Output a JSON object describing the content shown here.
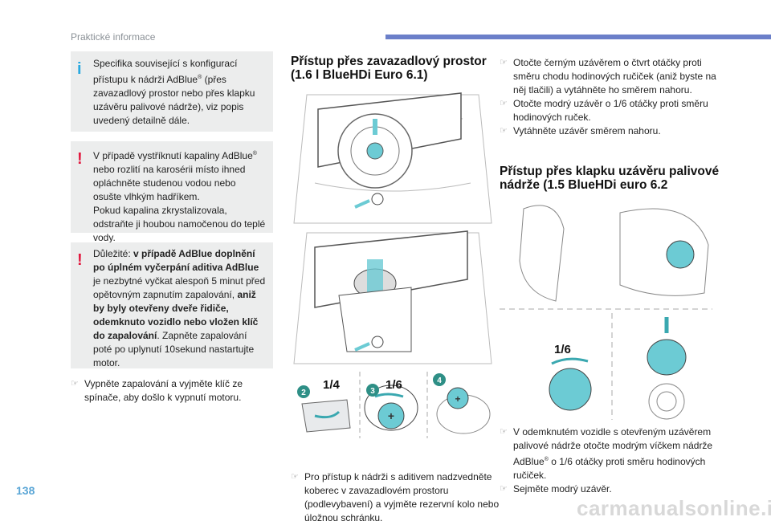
{
  "header": {
    "section": "Praktické informace"
  },
  "page_number": "138",
  "watermark": "carmanualsonline.info",
  "colors": {
    "accent": "#6b7fc9",
    "info": "#29a9e0",
    "warning": "#e2193f",
    "part_blue": "#6ccbd4"
  },
  "left": {
    "info_box": {
      "icon": "info-icon",
      "text_a": "Specifika související s konfigurací přístupu k nádrži AdBlue",
      "sup": "®",
      "text_b": " (přes zavazadlový prostor nebo přes klapku uzávěru palivové nádrže), viz popis uvedený detailně dále."
    },
    "warning_box_1": {
      "icon": "warning-icon",
      "line_a": "V případě vystříknutí kapaliny AdBlue",
      "sup": "®",
      "line_b": " nebo rozlití na karosérii místo ihned opláchněte studenou vodou nebo osušte vlhkým hadříkem.",
      "line_c": "Pokud kapalina zkrystalizovala, odstraňte ji houbou namočenou do teplé vody."
    },
    "warning_box_2": {
      "icon": "warning-icon",
      "t1": "Důležité: ",
      "b1": "v případě AdBlue doplnění po úplném vyčerpání aditiva AdBlue",
      "t2": " je nezbytné vyčkat alespoň 5 minut před opětovným zapnutím zapalování, ",
      "b2": "aniž by byly otevřeny dveře řidiče, odemknuto vozidlo nebo vložen klíč do zapalování",
      "t3": ". Zapněte zapalování poté po uplynutí 10sekund nastartujte motor."
    },
    "bullet": "Vypněte zapalování a vyjměte klíč ze spínače, aby došlo k vypnutí motoru."
  },
  "center": {
    "title": "Přístup přes zavazadlový prostor (1.6 l BlueHDi Euro 6.1)",
    "steps": [
      {
        "num": "2",
        "label": "1/4"
      },
      {
        "num": "3",
        "label": "1/6"
      },
      {
        "num": "4",
        "label": ""
      }
    ],
    "bullet": "Pro přístup k nádrži s aditivem nadzvedněte koberec v zavazadlovém prostoru (podlevybavení) a vyjměte rezervní kolo nebo úložnou schránku."
  },
  "right": {
    "bullets_top": [
      "Otočte černým uzávěrem o čtvrt otáčky proti směru chodu hodinových ručiček (aniž byste na něj tlačili) a vytáhněte ho směrem nahoru.",
      "Otočte modrý uzávěr o 1/6 otáčky proti směru hodinových ruček.",
      "Vytáhněte uzávěr směrem nahoru."
    ],
    "title": "Přístup přes klapku uzávěru palivové nádrže (1.5 BlueHDi euro 6.2",
    "figure_label": "1/6",
    "bullet_1a": "V odemknutém vozidle s otevřeným uzávěrem palivové nádrže otočte modrým víčkem nádrže AdBlue",
    "bullet_1sup": "®",
    "bullet_1b": " o 1/6 otáčky proti směru hodinových ručiček.",
    "bullet_2": "Sejměte modrý uzávěr."
  }
}
